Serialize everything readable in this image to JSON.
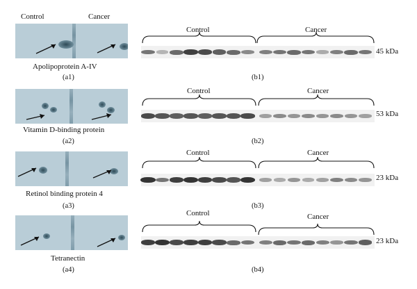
{
  "header": {
    "control": "Control",
    "cancer": "Cancer"
  },
  "panels": [
    {
      "protein": "Apolipoprotein A-IV",
      "a_label": "(a1)",
      "b_label": "(b1)",
      "kda": "45 kDa",
      "control_label": "Control",
      "cancer_label": "Cancer",
      "control_intensity": [
        0.55,
        0.25,
        0.6,
        0.8,
        0.75,
        0.65,
        0.6,
        0.45
      ],
      "cancer_intensity": [
        0.5,
        0.55,
        0.6,
        0.55,
        0.3,
        0.5,
        0.6,
        0.55
      ]
    },
    {
      "protein": "Vitamin D-binding protein",
      "a_label": "(a2)",
      "b_label": "(b2)",
      "kda": "53 kDa",
      "control_label": "Control",
      "cancer_label": "Cancer",
      "control_intensity": [
        0.75,
        0.7,
        0.65,
        0.7,
        0.65,
        0.7,
        0.7,
        0.75
      ],
      "cancer_intensity": [
        0.35,
        0.45,
        0.4,
        0.45,
        0.4,
        0.45,
        0.4,
        0.35
      ]
    },
    {
      "protein": "Retinol binding protein 4",
      "a_label": "(a3)",
      "b_label": "(b3)",
      "kda": "23 kDa",
      "control_label": "Control",
      "cancer_label": "Cancer",
      "control_intensity": [
        0.85,
        0.55,
        0.8,
        0.85,
        0.8,
        0.75,
        0.7,
        0.85
      ],
      "cancer_intensity": [
        0.35,
        0.3,
        0.4,
        0.3,
        0.35,
        0.5,
        0.45,
        0.4
      ]
    },
    {
      "protein": "Tetranectin",
      "a_label": "(a4)",
      "b_label": "(b4)",
      "kda": "23 kDa",
      "control_label": "Control",
      "cancer_label": "Cancer",
      "control_intensity": [
        0.8,
        0.85,
        0.75,
        0.8,
        0.8,
        0.75,
        0.6,
        0.55
      ],
      "cancer_intensity": [
        0.5,
        0.6,
        0.55,
        0.6,
        0.5,
        0.4,
        0.55,
        0.65
      ]
    }
  ]
}
